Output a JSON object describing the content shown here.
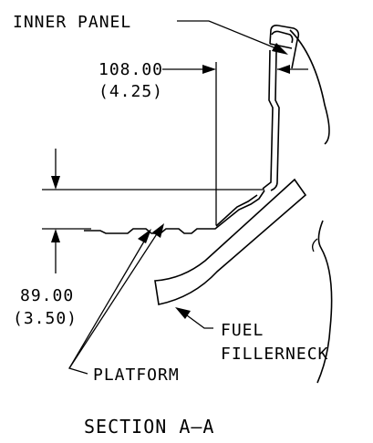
{
  "labels": {
    "inner_panel": "INNER PANEL",
    "dim_upper_mm": "108.00",
    "dim_upper_in": "(4.25)",
    "dim_lower_mm": "89.00",
    "dim_lower_in": "(3.50)",
    "fuel": "FUEL",
    "fillerneck": "FILLERNECK",
    "platform": "PLATFORM",
    "section": "SECTION  A—A"
  },
  "colors": {
    "ink": "#000000",
    "background": "#ffffff"
  }
}
